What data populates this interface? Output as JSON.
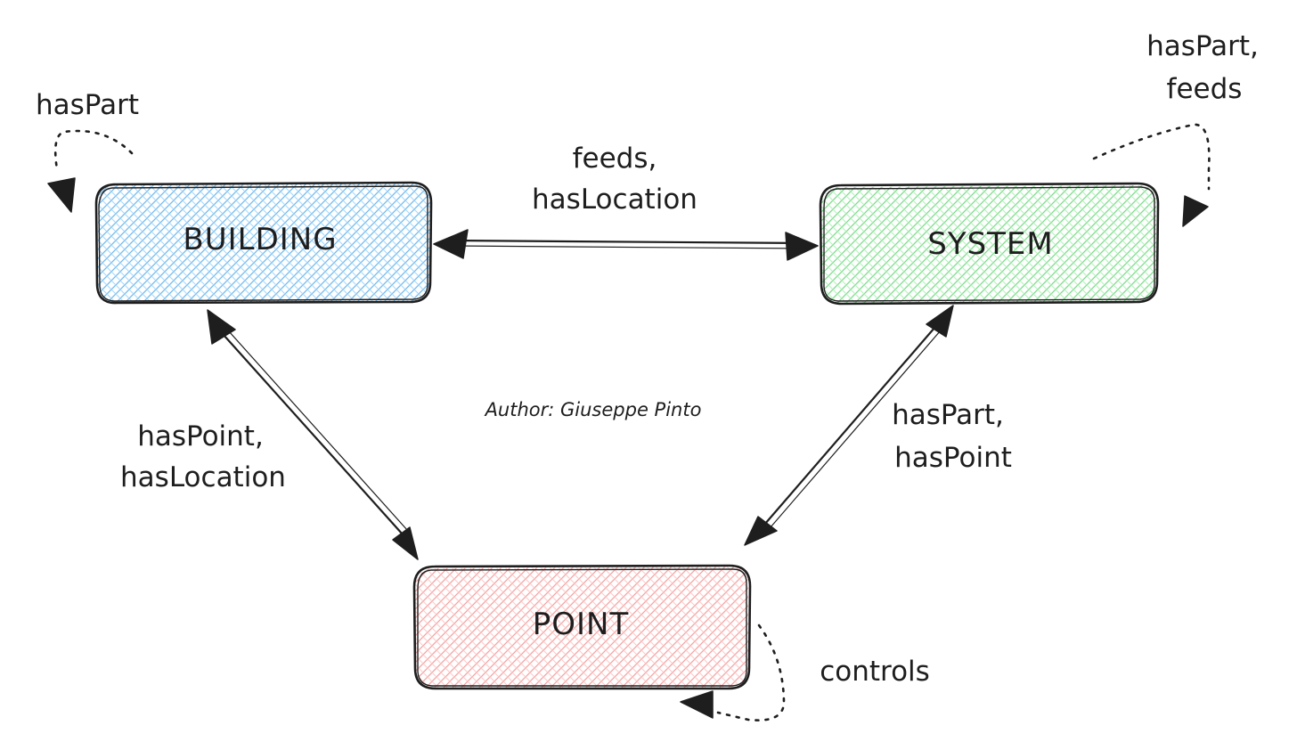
{
  "nodes": {
    "building": {
      "label": "BUILDING",
      "fill_color": "#a5d8ff"
    },
    "system": {
      "label": "SYSTEM",
      "fill_color": "#b2f2bb"
    },
    "point": {
      "label": "POINT",
      "fill_color": "#ffc9c9"
    }
  },
  "edges": {
    "building_system": {
      "line1": "feeds,",
      "line2": "hasLocation"
    },
    "building_point": {
      "line1": "hasPoint,",
      "line2": "hasLocation"
    },
    "system_point": {
      "line1": "hasPart,",
      "line2": "hasPoint"
    }
  },
  "self_loops": {
    "building": {
      "label": "hasPart"
    },
    "system": {
      "line1": "hasPart,",
      "line2": "feeds"
    },
    "point": {
      "label": "controls"
    }
  },
  "author": "Author: Giuseppe Pinto",
  "colors": {
    "stroke": "#1e1e1e",
    "building_fill": "#a5d8ff",
    "system_fill": "#b2f2bb",
    "point_fill": "#ffc9c9"
  },
  "style": "hand-drawn sketch with cross-hatched fills"
}
